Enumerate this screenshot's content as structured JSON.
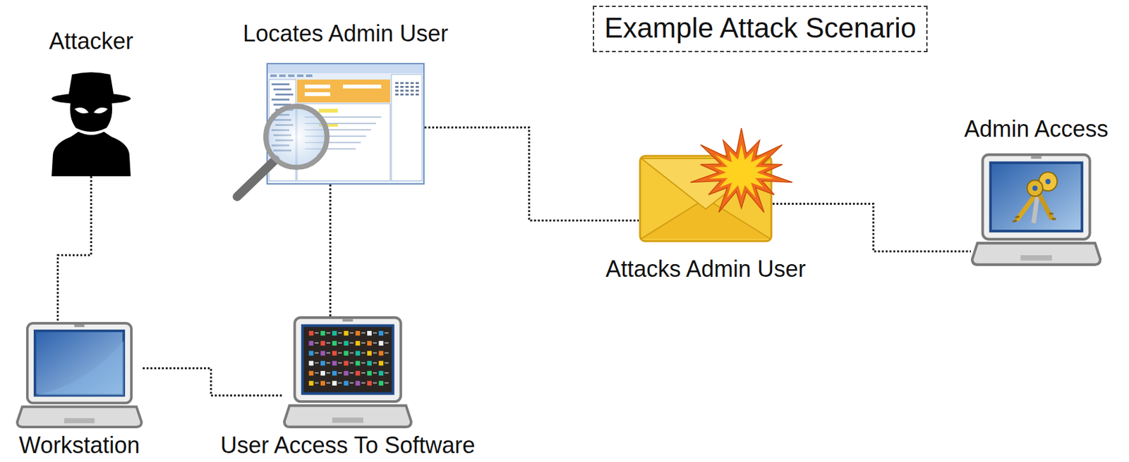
{
  "diagram": {
    "title": "Example Attack Scenario",
    "nodes": [
      {
        "text": [
          "Attacker"
        ]
      },
      {
        "text": [
          "Locates Admin User"
        ]
      },
      {
        "text": [
          "Admin Access"
        ]
      },
      {
        "text": [
          "Attacks Admin User"
        ]
      },
      {
        "text": [
          "Workstation"
        ]
      },
      {
        "text": [
          "User Access To Software"
        ]
      }
    ],
    "edges": [
      {
        "from": 0,
        "to": 4,
        "arrow": "none"
      },
      {
        "from": 4,
        "to": 5,
        "arrow": "none"
      },
      {
        "from": 5,
        "to": 1,
        "arrow": "none"
      },
      {
        "from": 1,
        "to": 3,
        "arrow": "none"
      },
      {
        "from": 3,
        "to": 2,
        "arrow": "none"
      }
    ]
  }
}
